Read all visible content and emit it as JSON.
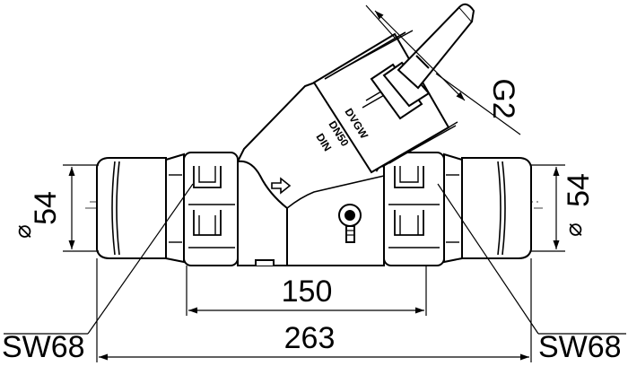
{
  "drawing": {
    "body_marks": [
      "DVGW",
      "DN50",
      "DIN"
    ],
    "dimensions": {
      "diameter_left": "54",
      "diameter_right": "54",
      "thread": "G2",
      "length_inner": "150",
      "length_overall": "263",
      "wrench_left": "SW68",
      "wrench_right": "SW68",
      "diameter_symbol": "⌀"
    }
  }
}
